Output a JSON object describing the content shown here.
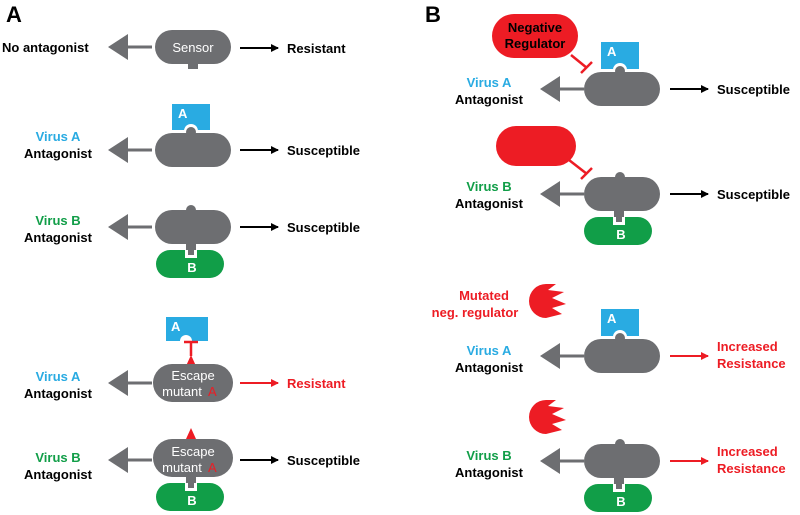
{
  "panels": {
    "a": "A",
    "b": "B"
  },
  "labels": {
    "no_antagonist": "No antagonist",
    "virus_a": "Virus A",
    "virus_b": "Virus B",
    "antagonist": "Antagonist",
    "resistant": "Resistant",
    "susceptible": "Susceptible",
    "increased": "Increased",
    "resistance": "Resistance",
    "sensor": "Sensor",
    "escape": "Escape",
    "mutant": "mutant",
    "a": "A",
    "b": "B",
    "negative": "Negative",
    "regulator": "Regulator",
    "mutated": "Mutated",
    "neg_regulator": "neg. regulator"
  },
  "colors": {
    "sensor_gray": "#6d6e71",
    "virus_a_cyan": "#29abe2",
    "virus_b_green": "#119e48",
    "regulator_red": "#ed1c24"
  }
}
